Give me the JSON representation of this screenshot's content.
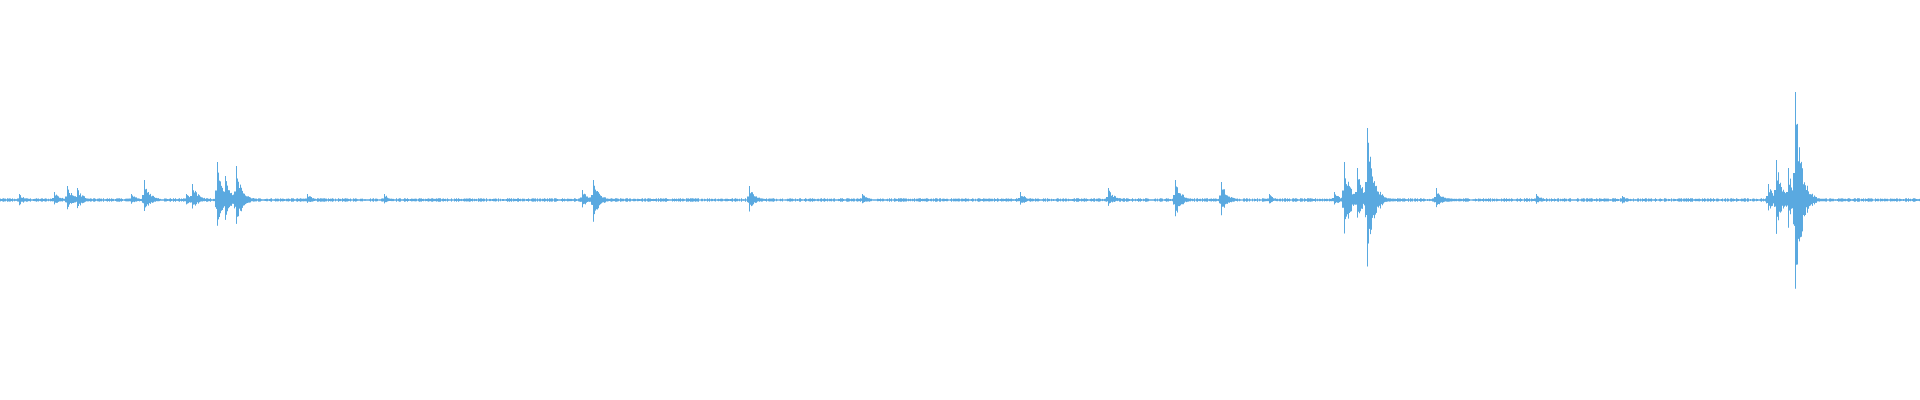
{
  "waveform": {
    "color": "#5aa9e0",
    "baseline_amplitude": 0.006,
    "peaks": [
      {
        "t": 0.01,
        "up": 0.03,
        "down": 0.03
      },
      {
        "t": 0.028,
        "up": 0.04,
        "down": 0.03
      },
      {
        "t": 0.035,
        "up": 0.07,
        "down": 0.05
      },
      {
        "t": 0.04,
        "up": 0.06,
        "down": 0.05
      },
      {
        "t": 0.068,
        "up": 0.03,
        "down": 0.02
      },
      {
        "t": 0.075,
        "up": 0.1,
        "down": 0.07
      },
      {
        "t": 0.097,
        "up": 0.03,
        "down": 0.03
      },
      {
        "t": 0.1,
        "up": 0.08,
        "down": 0.05
      },
      {
        "t": 0.113,
        "up": 0.19,
        "down": 0.18
      },
      {
        "t": 0.117,
        "up": 0.12,
        "down": 0.1
      },
      {
        "t": 0.123,
        "up": 0.17,
        "down": 0.17
      },
      {
        "t": 0.16,
        "up": 0.03,
        "down": 0.02
      },
      {
        "t": 0.2,
        "up": 0.03,
        "down": 0.02
      },
      {
        "t": 0.303,
        "up": 0.05,
        "down": 0.04
      },
      {
        "t": 0.309,
        "up": 0.1,
        "down": 0.11
      },
      {
        "t": 0.39,
        "up": 0.07,
        "down": 0.06
      },
      {
        "t": 0.449,
        "up": 0.03,
        "down": 0.02
      },
      {
        "t": 0.531,
        "up": 0.04,
        "down": 0.03
      },
      {
        "t": 0.577,
        "up": 0.06,
        "down": 0.03
      },
      {
        "t": 0.612,
        "up": 0.1,
        "down": 0.1
      },
      {
        "t": 0.636,
        "up": 0.09,
        "down": 0.08
      },
      {
        "t": 0.661,
        "up": 0.03,
        "down": 0.02
      },
      {
        "t": 0.695,
        "up": 0.04,
        "down": 0.03
      },
      {
        "t": 0.7,
        "up": 0.19,
        "down": 0.2
      },
      {
        "t": 0.707,
        "up": 0.16,
        "down": 0.12
      },
      {
        "t": 0.712,
        "up": 0.36,
        "down": 0.38
      },
      {
        "t": 0.748,
        "up": 0.06,
        "down": 0.05
      },
      {
        "t": 0.8,
        "up": 0.03,
        "down": 0.02
      },
      {
        "t": 0.845,
        "up": 0.02,
        "down": 0.02
      },
      {
        "t": 0.921,
        "up": 0.08,
        "down": 0.07
      },
      {
        "t": 0.925,
        "up": 0.2,
        "down": 0.18
      },
      {
        "t": 0.931,
        "up": 0.16,
        "down": 0.14
      },
      {
        "t": 0.935,
        "up": 0.54,
        "down": 0.56
      }
    ]
  }
}
